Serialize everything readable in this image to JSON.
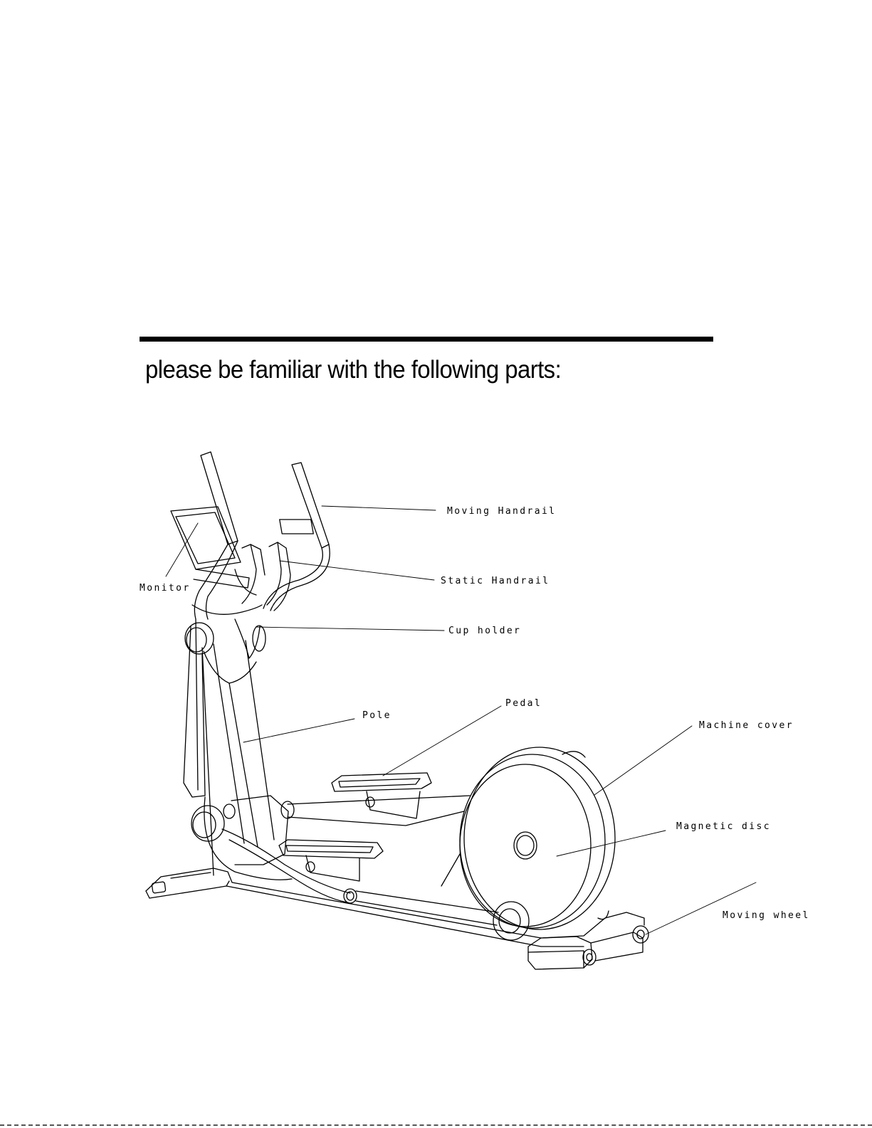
{
  "heading": "please be familiar with the following parts:",
  "labels": {
    "moving_handrail": "Moving Handrail",
    "monitor": "Monitor",
    "static_handrail": "Static Handrail",
    "cup_holder": "Cup holder",
    "pedal": "Pedal",
    "pole": "Pole",
    "machine_cover": "Machine cover",
    "magnetic_disc": "Magnetic disc",
    "moving_wheel": "Moving wheel"
  }
}
